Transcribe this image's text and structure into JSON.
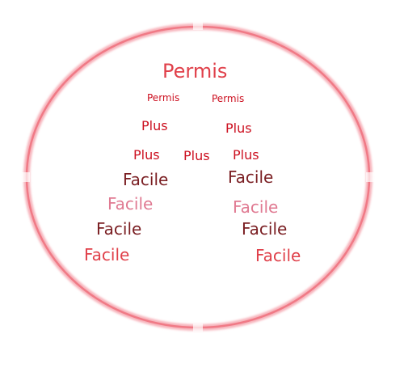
{
  "colors": {
    "ring_outer": "#f7b3bb",
    "ring_inner": "#f07a86",
    "permis": "#e0404a",
    "plus": "#cc1020",
    "facile_dark": "#7a1e22",
    "facile_pink": "#e07a92",
    "facile_red": "#e0404a"
  },
  "words": {
    "permis_main": "Permis",
    "permis_left": "Permis",
    "permis_right": "Permis",
    "plus_1": "Plus",
    "plus_2": "Plus",
    "plus_3": "Plus",
    "plus_4": "Plus",
    "plus_5": "Plus",
    "facile_1": "Facile",
    "facile_2": "Facile",
    "facile_3": "Facile",
    "facile_4": "Facile",
    "facile_5": "Facile",
    "facile_6": "Facile",
    "facile_7": "Facile",
    "facile_8": "Facile"
  }
}
